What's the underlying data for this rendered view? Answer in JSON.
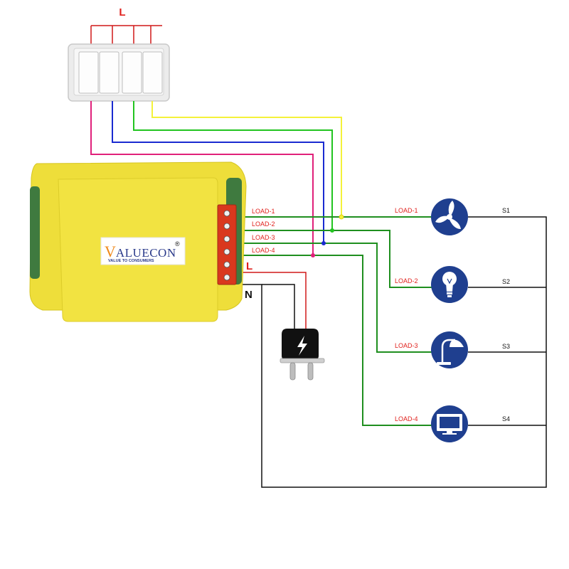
{
  "switchboard": {
    "supply_label": "L",
    "switch_count": 4
  },
  "controller": {
    "brand": {
      "initial": "V",
      "rest": "ALUECON",
      "registered": "®",
      "tagline": "VALUE TO CONSUMERS"
    },
    "body_color": "#f2e341",
    "terminal_color": "#d9381e",
    "outputs": [
      {
        "label": "LOAD-1"
      },
      {
        "label": "LOAD-2"
      },
      {
        "label": "LOAD-3"
      },
      {
        "label": "LOAD-4"
      }
    ],
    "input_live": "L",
    "input_neutral": "N"
  },
  "wire_colors": {
    "switch_1": "#e0207a",
    "switch_2": "#1a2ad0",
    "switch_3": "#22c420",
    "switch_4": "#f4f23a",
    "load": "#1f8f1f",
    "live": "#d01818",
    "neutral": "#111111"
  },
  "plug": {
    "icon": "power-plug-icon"
  },
  "loads": [
    {
      "label": "LOAD-1",
      "icon": "ceiling-fan-icon",
      "switch_label": "S1"
    },
    {
      "label": "LOAD-2",
      "icon": "light-bulb-icon",
      "switch_label": "S2"
    },
    {
      "label": "LOAD-3",
      "icon": "desk-lamp-icon",
      "switch_label": "S3"
    },
    {
      "label": "LOAD-4",
      "icon": "television-icon",
      "switch_label": "S4"
    }
  ],
  "load_icon_color": "#1f3f8f"
}
